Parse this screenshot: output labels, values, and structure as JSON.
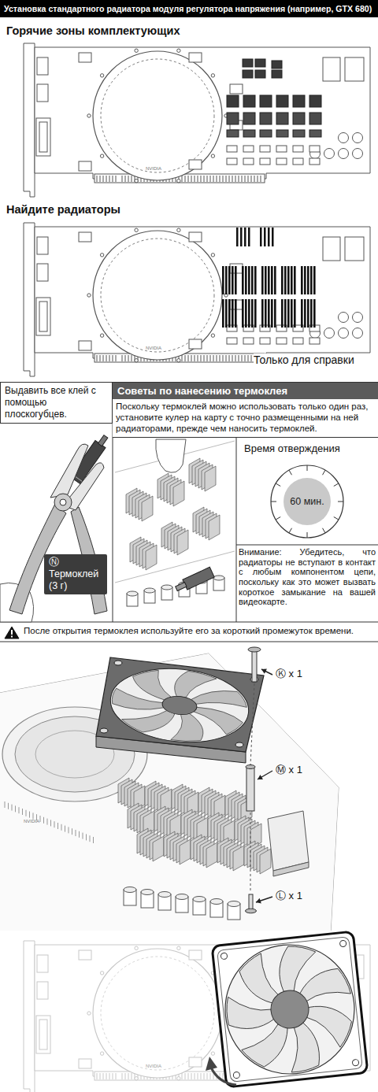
{
  "diagram": {
    "title": "Установка стандартного радиатора модуля регулятора напряжения (например, GTX 680)",
    "nodes": [
      {
        "text": [
          "Выдавить все клей с помощью плоскогубцев."
        ]
      },
      {
        "text": [
          "Советы по нанесению термоклея",
          "Поскольку термоклей можно использовать только один раз, установите кулер на карту с точно размещенными на ней радиаторами, прежде чем наносить термоклей."
        ]
      },
      {
        "text": [
          "Ⓝ Термоклей (3 г)"
        ]
      },
      {
        "text": [
          "60 мин."
        ]
      }
    ],
    "labels": [
      "Горячие зоны комплектующих",
      "NVIDIA",
      "Найдите радиаторы",
      "NVIDIA",
      "Только для справки",
      "Время отверждения",
      "Внимание: Убедитесь, что радиаторы не вступают в контакт с любым компонентом цепи, поскольку как это может вызвать короткое замыкание на вашей видеокарте.",
      "После открытия термоклея используйте его за короткий промежуток времени.",
      "Ⓚ x 1",
      "Ⓜ x 1",
      "NVIDIA",
      "Ⓛ x 1",
      "NVIDIA"
    ]
  }
}
